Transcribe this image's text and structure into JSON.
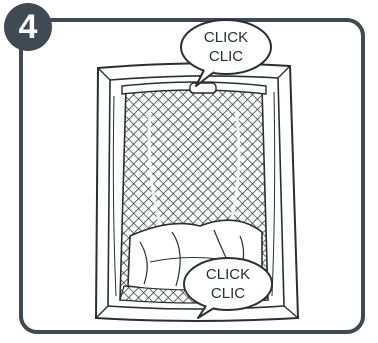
{
  "step": {
    "number": "4"
  },
  "callouts": {
    "top": {
      "line1": "CLICK",
      "line2": "CLIC"
    },
    "bottom": {
      "line1": "CLICK",
      "line2": "CLIC"
    }
  },
  "colors": {
    "frame": "#3f4a52",
    "badge_bg": "#3f4a52",
    "badge_text": "#ffffff",
    "line_art": "#2a2f33",
    "mesh": "#3a4046"
  }
}
